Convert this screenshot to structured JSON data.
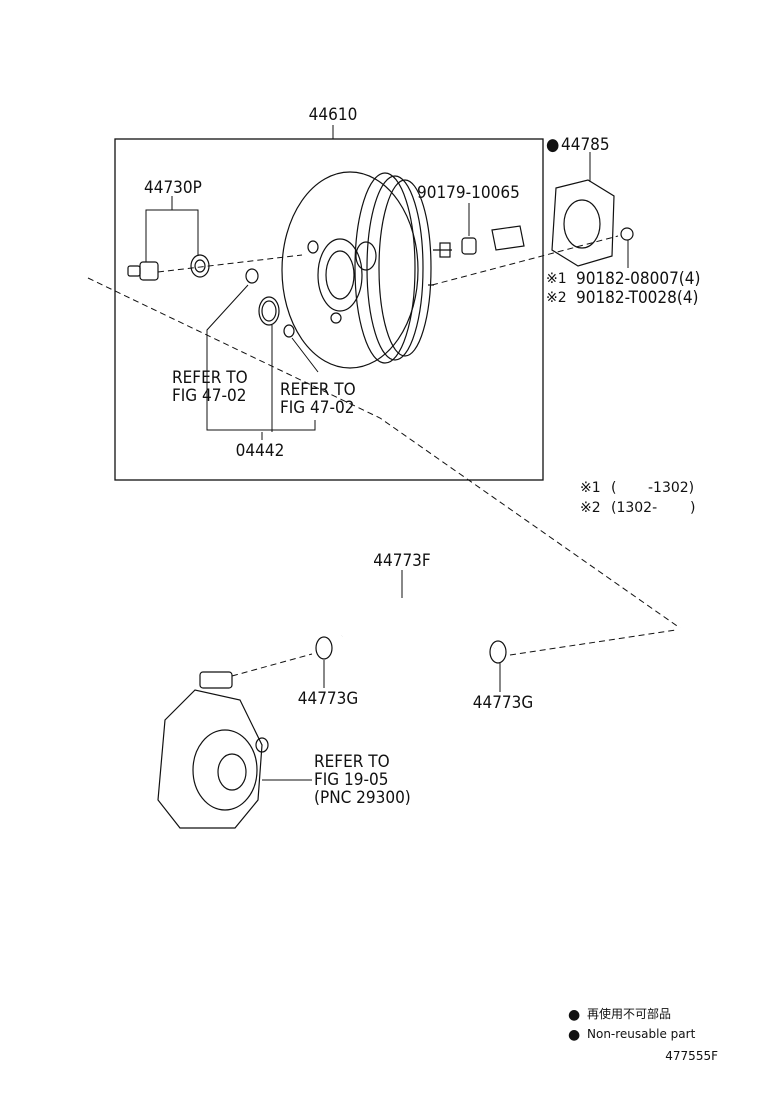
{
  "parts": {
    "booster_assy": "44610",
    "check_valve": "44730P",
    "nut_set": "90179-10065",
    "gasket": "44785",
    "nut_1": "90182-08007(4)",
    "nut_2": "90182-T0028(4)",
    "kit": "04442",
    "hose": "44773F",
    "clamp_left": "44773G",
    "clamp_right": "44773G"
  },
  "marks": {
    "non_reusable": "●",
    "note_1": "※1",
    "note_2": "※2"
  },
  "refs": {
    "ref_a_line1": "REFER TO",
    "ref_a_line2": "FIG 47-02",
    "ref_b_line1": "REFER TO",
    "ref_b_line2": "FIG 47-02",
    "ref_c_line1": "REFER TO",
    "ref_c_line2": "FIG 19-05",
    "ref_c_line3": "(PNC 29300)"
  },
  "date_notes": {
    "note1_open": "(",
    "note1_range": "-1302)",
    "note2_range": "(1302-",
    "note2_close": ")"
  },
  "legend": {
    "japanese": "再使用不可部品",
    "english": "Non-reusable part"
  },
  "figure_id": "477555F"
}
